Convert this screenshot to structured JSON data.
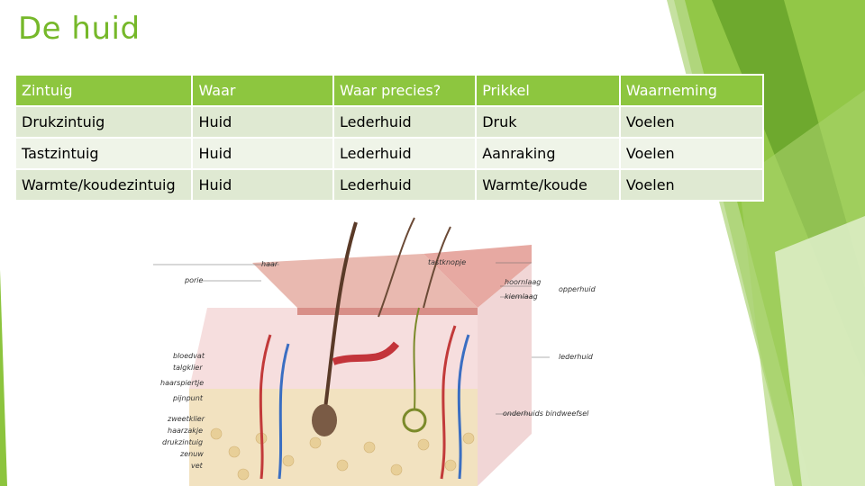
{
  "slide": {
    "title": "De huid"
  },
  "table": {
    "headers": [
      "Zintuig",
      "Waar",
      "Waar precies?",
      "Prikkel",
      "Waarneming"
    ],
    "rows": [
      [
        "Drukzintuig",
        "Huid",
        "Lederhuid",
        "Druk",
        "Voelen"
      ],
      [
        "Tastzintuig",
        "Huid",
        "Lederhuid",
        "Aanraking",
        "Voelen"
      ],
      [
        "Warmte/koudezintuig",
        "Huid",
        "Lederhuid",
        "Warmte/koude",
        "Voelen"
      ]
    ]
  },
  "diagram": {
    "labels_left": [
      "haar",
      "porie",
      "bloedvat",
      "talgklier",
      "haarspiertje",
      "pijnpunt",
      "zweetklier",
      "haarzakje",
      "drukzintuig",
      "zenuw",
      "vet"
    ],
    "labels_right": [
      "tastknopje",
      "hoornlaag",
      "kiemlaag",
      "opperhuid",
      "lederhuid",
      "onderhuids bindweefsel"
    ]
  },
  "colors": {
    "accent": "#76b82a",
    "header_bg": "#8dc63f",
    "row_odd": "#dfe9d2",
    "row_even": "#eff4e8"
  }
}
